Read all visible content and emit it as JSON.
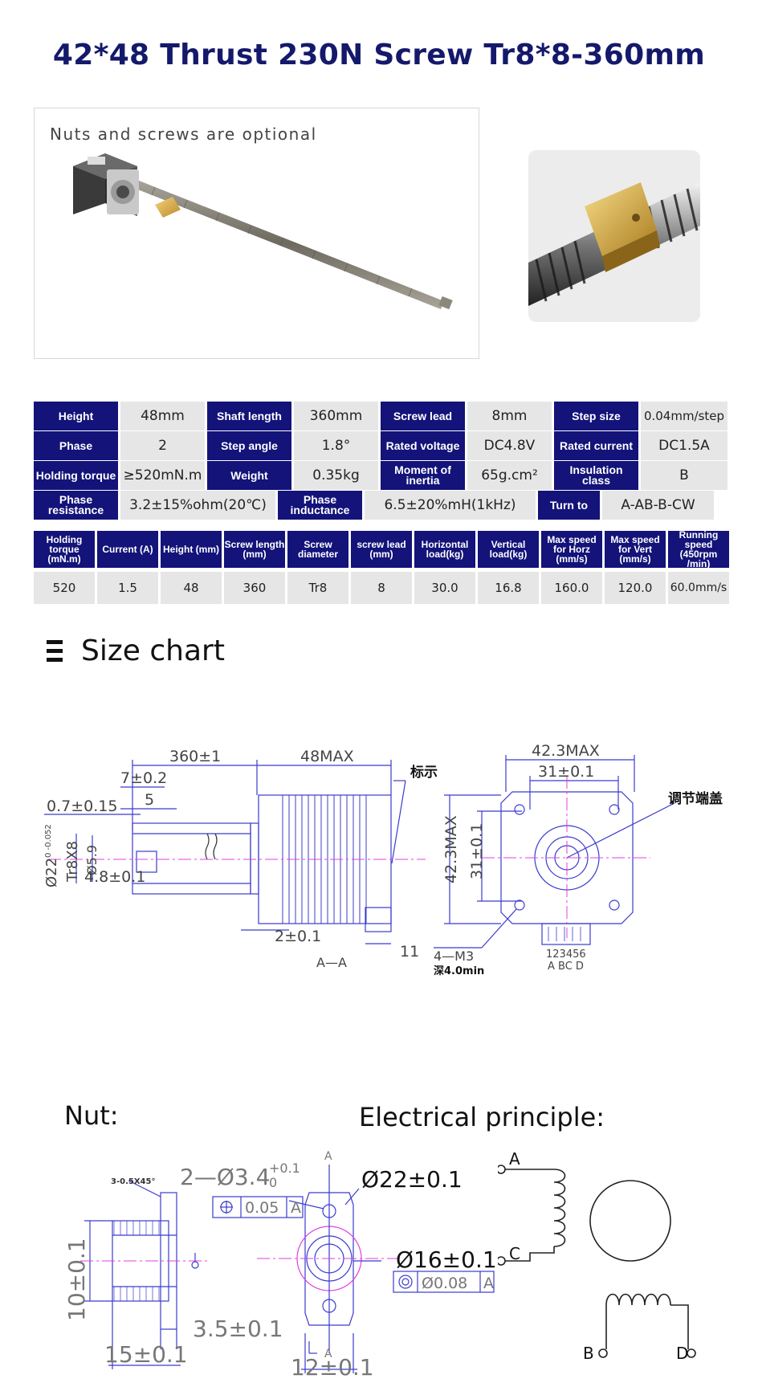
{
  "title": "42*48 Thrust 230N Screw Tr8*8-360mm",
  "product": {
    "caption": "Nuts and screws are optional"
  },
  "spec_table": {
    "row1": [
      {
        "label": "Height",
        "value": "48mm"
      },
      {
        "label": "Shaft length",
        "value": "360mm"
      },
      {
        "label": "Screw lead",
        "value": "8mm"
      },
      {
        "label": "Step size",
        "value": "0.04mm/step"
      }
    ],
    "row2": [
      {
        "label": "Phase",
        "value": "2"
      },
      {
        "label": "Step angle",
        "value": "1.8°"
      },
      {
        "label": "Rated voltage",
        "value": "DC4.8V"
      },
      {
        "label": "Rated current",
        "value": "DC1.5A"
      }
    ],
    "row3": [
      {
        "label": "Holding torque",
        "value": "≥520mN.m"
      },
      {
        "label": "Weight",
        "value": "0.35kg"
      },
      {
        "label": "Moment of inertia",
        "value": "65g.cm²"
      },
      {
        "label": "Insulation class",
        "value": "B"
      }
    ],
    "row4": [
      {
        "label": "Phase resistance",
        "value": "3.2±15%ohm(20℃)"
      },
      {
        "label": "Phase inductance",
        "value": "6.5±20%mH(1kHz)"
      },
      {
        "label": "Turn to",
        "value": "A-AB-B-CW"
      }
    ]
  },
  "perf_table": {
    "headers": [
      "Holding torque (mN.m)",
      "Current (A)",
      "Height (mm)",
      "Screw length (mm)",
      "Screw diameter",
      "screw lead (mm)",
      "Horizontal load(kg)",
      "Vertical load(kg)",
      "Max speed for Horz (mm/s)",
      "Max speed for Vert (mm/s)",
      "Running speed (450rpm /min)"
    ],
    "values": [
      "520",
      "1.5",
      "48",
      "360",
      "Tr8",
      "8",
      "30.0",
      "16.8",
      "160.0",
      "120.0",
      "60.0mm/s"
    ]
  },
  "size_chart": {
    "heading": "Size chart",
    "side_view": {
      "dim_360": "360±1",
      "dim_48max": "48MAX",
      "dim_7": "7±0.2",
      "dim_5": "5",
      "dim_07": "0.7±0.15",
      "dim_22": "Ø22",
      "dim_22_tol": "0\n-0.052",
      "dim_tr8": "Tr8X8",
      "dim_59": "Ø5.9",
      "dim_48": "4.8±0.1",
      "dim_2": "2±0.1",
      "dim_11": "11",
      "section": "A—A",
      "label_mark": "标示"
    },
    "front_view": {
      "dim_423_top": "42.3MAX",
      "dim_31_top": "31±0.1",
      "dim_423_left": "42.3MAX",
      "dim_31_left": "31±0.1",
      "label_cap": "调节端盖",
      "holes": "4—M3",
      "depth": "深4.0min",
      "pins": "123456",
      "pin_letters": "A BC D"
    }
  },
  "nut": {
    "heading": "Nut:",
    "chamfer": "3-0.5X45°",
    "holes": "2—Ø3.4",
    "holes_tol_plus": "+0.1",
    "holes_tol_zero": "0",
    "position_tol": "0.05",
    "datum": "A",
    "dim_22": "Ø22±0.1",
    "dim_16": "Ø16±0.1",
    "concentric_tol": "Ø0.08",
    "dim_10": "10±0.1",
    "dim_35": "3.5±0.1",
    "dim_15": "15±0.1",
    "dim_12": "12±0.1",
    "section_a": "A"
  },
  "electrical": {
    "heading": "Electrical principle:",
    "label_a": "A",
    "label_c": "C",
    "label_b": "B",
    "label_d": "D"
  },
  "colors": {
    "header_bg": "#13137a",
    "title": "#14196b",
    "cell_bg": "#e6e6e6",
    "drawing_blue": "#3b3bcf",
    "center_line": "#e040e0"
  }
}
